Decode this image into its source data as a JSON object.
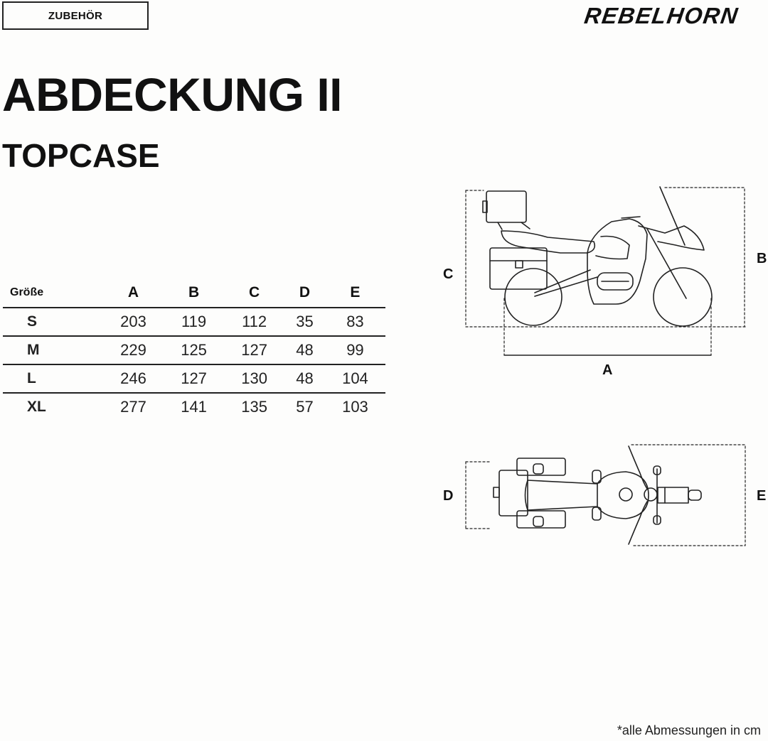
{
  "category_badge": "ZUBEHÖR",
  "brand": "REBELHORN",
  "title": "ABDECKUNG II",
  "subtitle": "TOPCASE",
  "size_table": {
    "headers": [
      "Größe",
      "A",
      "B",
      "C",
      "D",
      "E"
    ],
    "rows": [
      [
        "S",
        "203",
        "119",
        "112",
        "35",
        "83"
      ],
      [
        "M",
        "229",
        "125",
        "127",
        "48",
        "99"
      ],
      [
        "L",
        "246",
        "127",
        "130",
        "48",
        "104"
      ],
      [
        "XL",
        "277",
        "141",
        "135",
        "57",
        "103"
      ]
    ]
  },
  "diagram_labels": {
    "a": "A",
    "b": "B",
    "c": "C",
    "d": "D",
    "e": "E"
  },
  "footnote": "*alle Abmessungen in cm",
  "icons": [
    "motorcycle-side-view-icon",
    "motorcycle-top-view-icon"
  ]
}
